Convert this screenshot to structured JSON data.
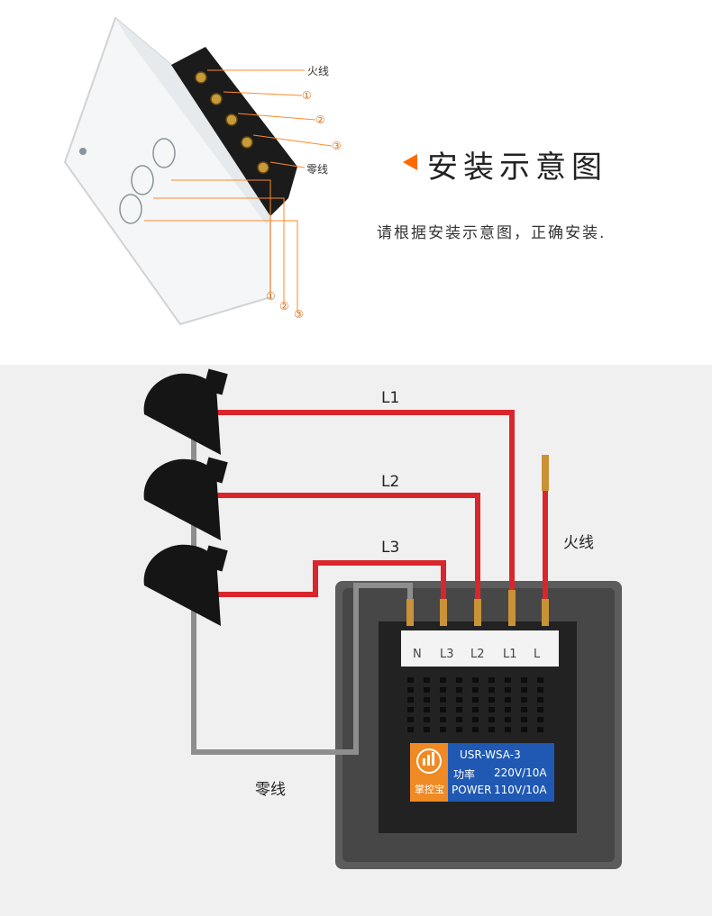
{
  "header": {
    "title": "安装示意图",
    "subtitle": "请根据安装示意图，正确安装."
  },
  "top_diagram": {
    "terminal_labels": [
      "火线",
      "①",
      "②",
      "③",
      "零线"
    ],
    "bottom_labels": [
      "①",
      "②",
      "③"
    ]
  },
  "wiring": {
    "wire_labels": [
      "L1",
      "L2",
      "L3"
    ],
    "live_label": "火线",
    "neutral_label": "零线",
    "terminal_labels": [
      "N",
      "L3",
      "L2",
      "L1",
      "L"
    ]
  },
  "product_label": {
    "brand": "掌控宝",
    "model": "USR-WSA-3",
    "power_cn": "功率",
    "rating_220": "220V/10A",
    "power_en": "POWER",
    "rating_110": "110V/10A"
  },
  "colors": {
    "accent": "#ff6a00",
    "wire_red": "#d9262c",
    "wire_gray": "#9a9a9a",
    "label_blue": "#1f59b3",
    "logo_orange": "#f08a24"
  }
}
